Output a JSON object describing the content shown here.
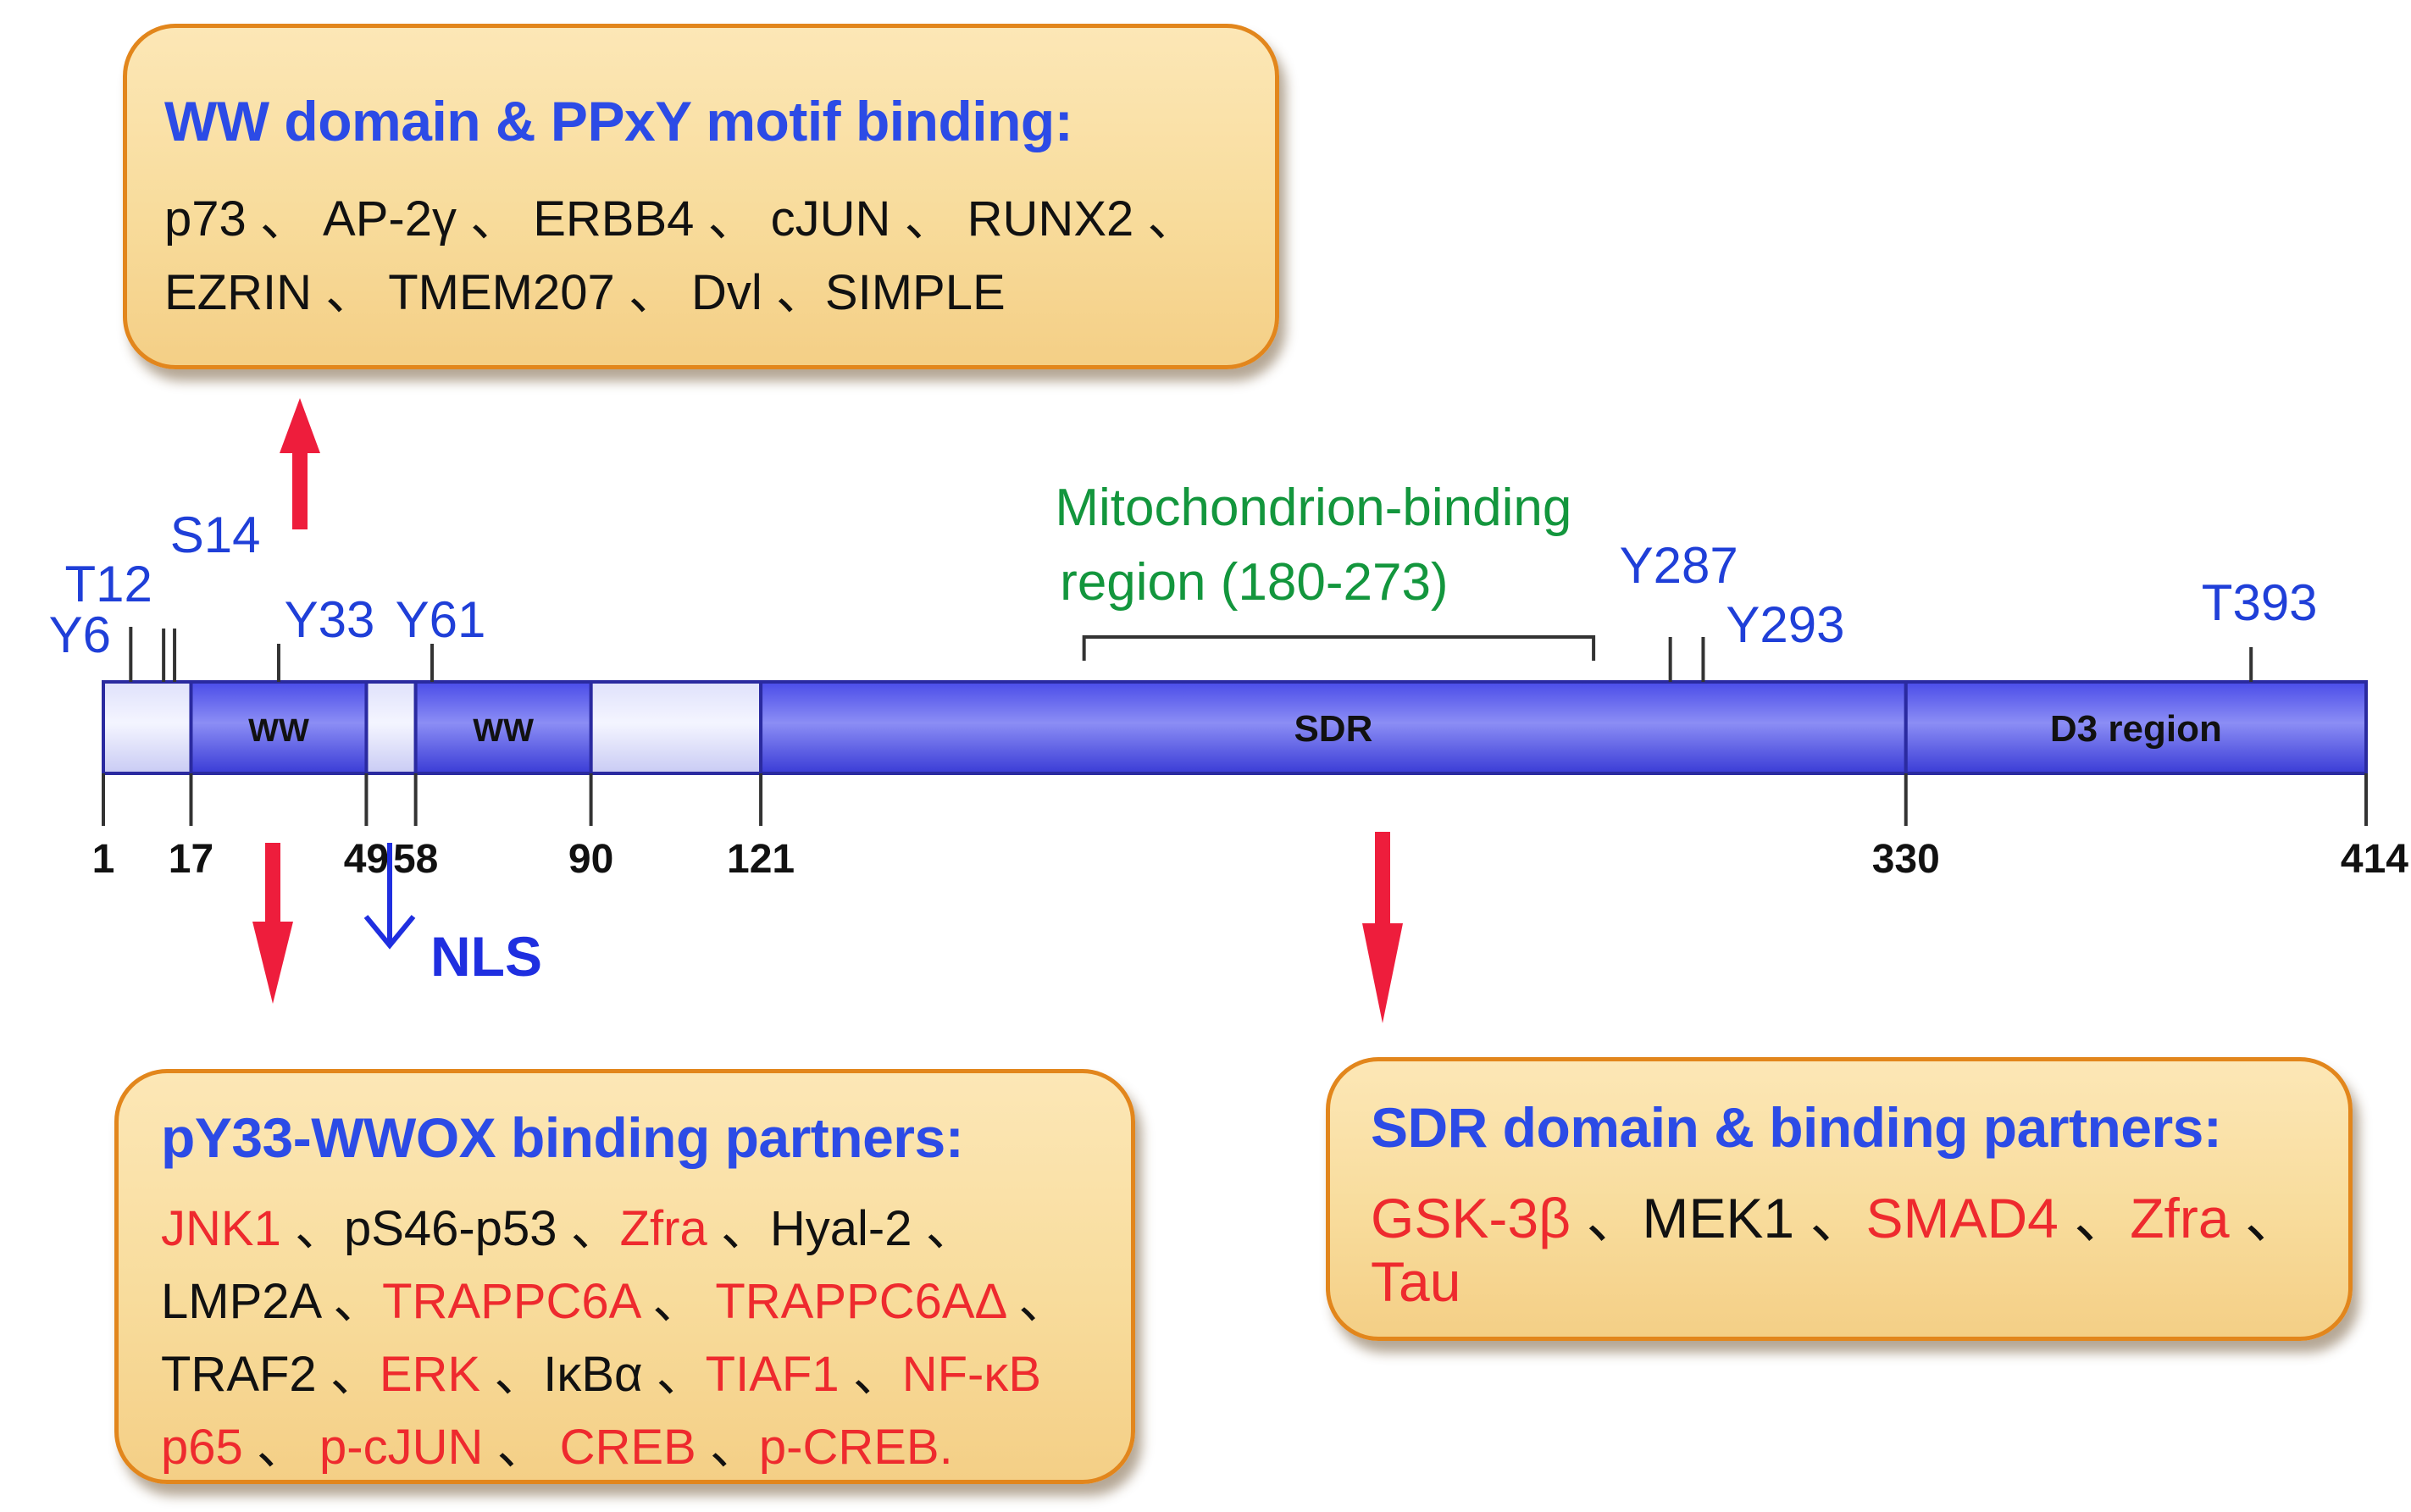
{
  "boxes": {
    "ww": {
      "title": "WW domain & PPxY motif binding:",
      "lines": [
        [
          {
            "text": "p73",
            "color": "black"
          },
          {
            "text": " 、 ",
            "color": "black"
          },
          {
            "text": "AP-2γ",
            "color": "black"
          },
          {
            "text": " 、 ",
            "color": "black"
          },
          {
            "text": "ERBB4",
            "color": "black"
          },
          {
            "text": " 、 ",
            "color": "black"
          },
          {
            "text": "cJUN",
            "color": "black"
          },
          {
            "text": " 、 ",
            "color": "black"
          },
          {
            "text": "RUNX2",
            "color": "black"
          },
          {
            "text": " 、",
            "color": "black"
          }
        ],
        [
          {
            "text": "EZRIN",
            "color": "black"
          },
          {
            "text": " 、 ",
            "color": "black"
          },
          {
            "text": "TMEM207",
            "color": "black"
          },
          {
            "text": "  、 ",
            "color": "black"
          },
          {
            "text": "Dvl",
            "color": "black"
          },
          {
            "text": "  、",
            "color": "black"
          },
          {
            "text": "SIMPLE",
            "color": "black"
          }
        ]
      ]
    },
    "py33": {
      "title": "pY33-WWOX binding partners:",
      "lines": [
        [
          {
            "text": "JNK1",
            "color": "red"
          },
          {
            "text": " 、",
            "color": "black"
          },
          {
            "text": "pS46-p53",
            "color": "black"
          },
          {
            "text": "  、",
            "color": "black"
          },
          {
            "text": "Zfra",
            "color": "red"
          },
          {
            "text": "  、",
            "color": "black"
          },
          {
            "text": "Hyal-2",
            "color": "black"
          },
          {
            "text": " 、",
            "color": "black"
          }
        ],
        [
          {
            "text": "LMP2A",
            "color": "black"
          },
          {
            "text": " 、",
            "color": "black"
          },
          {
            "text": "TRAPPC6A",
            "color": "red"
          },
          {
            "text": "  、 ",
            "color": "black"
          },
          {
            "text": "TRAPPC6AΔ",
            "color": "red"
          },
          {
            "text": "  、",
            "color": "black"
          }
        ],
        [
          {
            "text": "TRAF2",
            "color": "black"
          },
          {
            "text": " 、",
            "color": "black"
          },
          {
            "text": "ERK",
            "color": "red"
          },
          {
            "text": " 、",
            "color": "black"
          },
          {
            "text": "IκBα",
            "color": "black"
          },
          {
            "text": "  、",
            "color": "black"
          },
          {
            "text": "TIAF1",
            "color": "red"
          },
          {
            "text": "  、",
            "color": "black"
          },
          {
            "text": "NF-κB",
            "color": "red"
          }
        ],
        [
          {
            "text": "p65",
            "color": "red"
          },
          {
            "text": "  、 ",
            "color": "black"
          },
          {
            "text": "p-cJUN",
            "color": "red"
          },
          {
            "text": " 、  ",
            "color": "black"
          },
          {
            "text": "CREB",
            "color": "red"
          },
          {
            "text": "  、",
            "color": "black"
          },
          {
            "text": "p-CREB.",
            "color": "red"
          }
        ]
      ]
    },
    "sdr": {
      "title": "SDR domain & binding partners:",
      "lines": [
        [
          {
            "text": "GSK-3β",
            "color": "red"
          },
          {
            "text": " 、",
            "color": "black"
          },
          {
            "text": "MEK1",
            "color": "black"
          },
          {
            "text": " 、",
            "color": "black"
          },
          {
            "text": "SMAD4",
            "color": "red"
          },
          {
            "text": "  、",
            "color": "black"
          },
          {
            "text": "Zfra",
            "color": "red"
          },
          {
            "text": "  、",
            "color": "black"
          }
        ],
        [
          {
            "text": "Tau",
            "color": "red"
          }
        ]
      ]
    }
  },
  "protein": {
    "total_length": 414,
    "domains": [
      {
        "start": 17,
        "end": 49,
        "label": "WW"
      },
      {
        "start": 58,
        "end": 90,
        "label": "WW"
      },
      {
        "start": 121,
        "end": 330,
        "label": "SDR"
      },
      {
        "start": 330,
        "end": 414,
        "label": "D3 region"
      }
    ],
    "light_segments": [
      {
        "start": 1,
        "end": 17
      },
      {
        "start": 49,
        "end": 58
      },
      {
        "start": 90,
        "end": 121
      }
    ],
    "position_ticks": [
      "1",
      "17",
      "49",
      "58",
      "90",
      "121",
      "330",
      "414"
    ],
    "phospho_sites": [
      {
        "label": "Y6",
        "pos": 6
      },
      {
        "label": "T12",
        "pos": 12
      },
      {
        "label": "S14",
        "pos": 14
      },
      {
        "label": "Y33",
        "pos": 33
      },
      {
        "label": "Y61",
        "pos": 61
      },
      {
        "label": "Y287",
        "pos": 287
      },
      {
        "label": "Y293",
        "pos": 293
      },
      {
        "label": "T393",
        "pos": 393
      }
    ],
    "mito_region": {
      "start": 180,
      "end": 273,
      "label_line1": "Mitochondrion-binding",
      "label_line2": "region (180-273)"
    },
    "nls_label": "NLS"
  },
  "colors": {
    "title_blue": "#2c4be6",
    "text_red": "#ee2a2e",
    "site_blue": "#1f3fd8",
    "mito_green": "#13963d",
    "arrow_red": "#ee1d3c",
    "nls_blue": "#1f2fe0",
    "box_border": "#e2861c"
  }
}
